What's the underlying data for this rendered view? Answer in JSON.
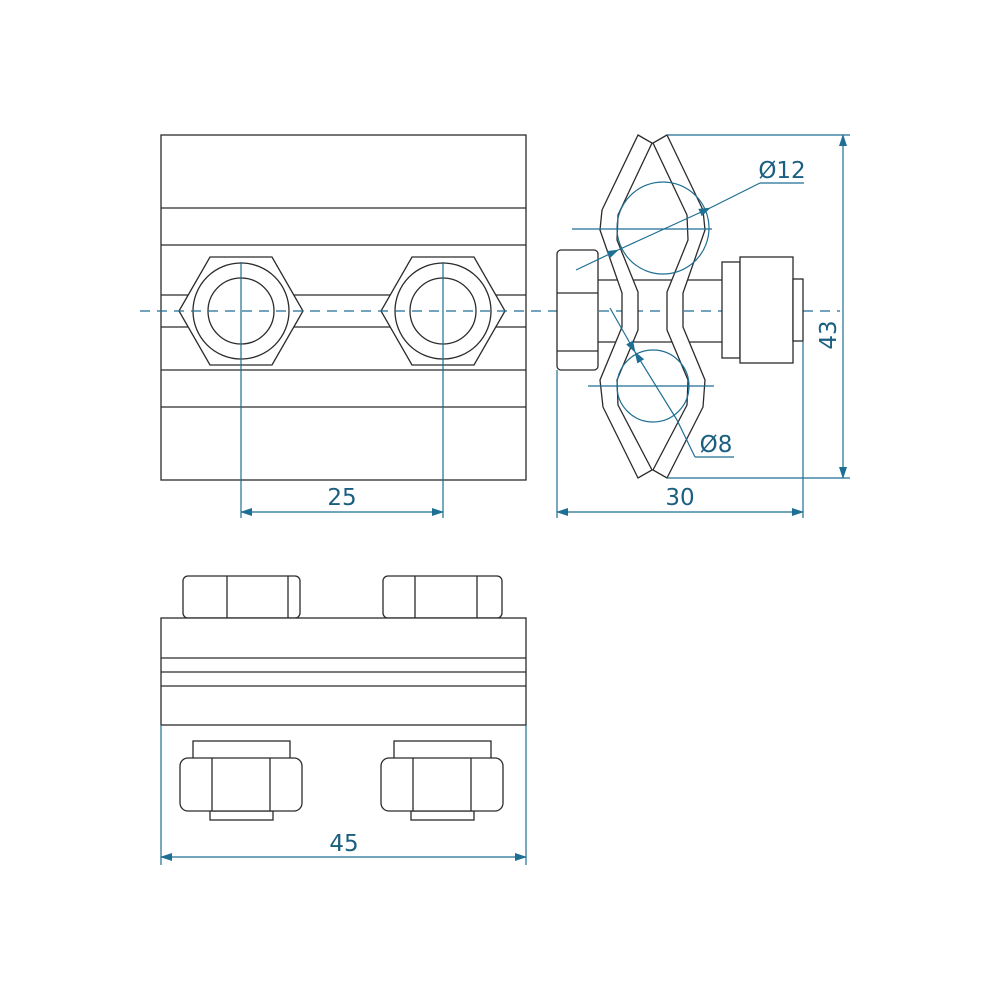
{
  "title": "Parallel groove clamp technical drawing",
  "dimensions": {
    "bolt_spacing": "25",
    "width": "30",
    "height": "43",
    "length": "45",
    "max_diameter": "Ø12",
    "min_diameter": "Ø8"
  },
  "colors": {
    "line": "#2b2b2b",
    "dimension": "#1e6f93"
  }
}
